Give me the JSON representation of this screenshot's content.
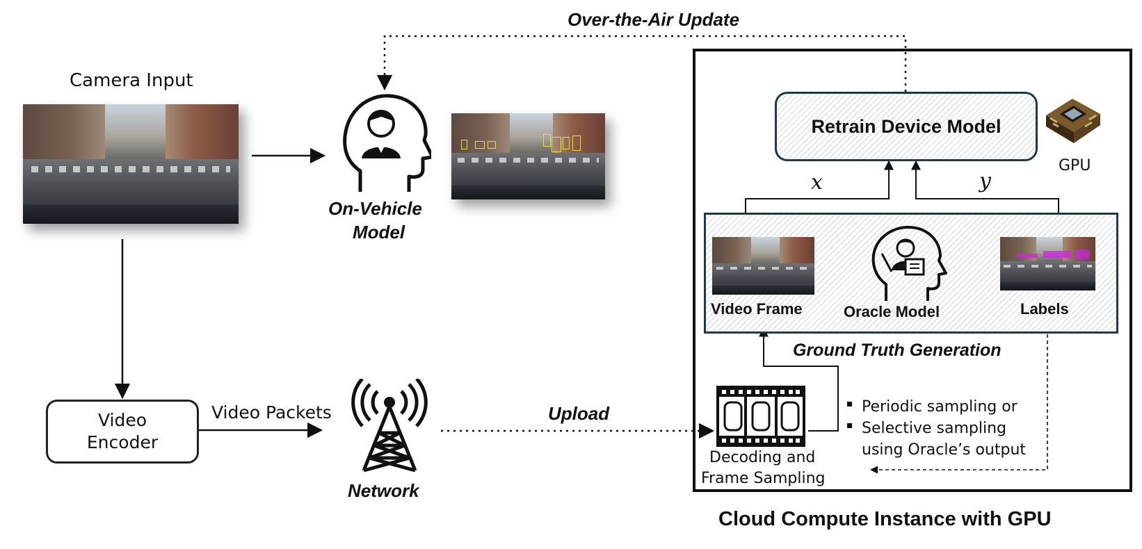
{
  "camera": {
    "label": "Camera Input"
  },
  "on_vehicle": {
    "line1": "On-Vehicle",
    "line2": "Model"
  },
  "encoder": {
    "line1": "Video",
    "line2": "Encoder"
  },
  "packets": {
    "label": "Video Packets"
  },
  "network": {
    "label": "Network"
  },
  "upload": {
    "label": "Upload"
  },
  "ota": {
    "label": "Over-the-Air Update"
  },
  "cloud": {
    "title": "Cloud Compute Instance with GPU",
    "retrain": "Retrain Device Model",
    "gpu": "GPU",
    "x_label": "x",
    "y_label": "y",
    "ground_truth": "Ground Truth Generation",
    "video_frame": "Video Frame",
    "oracle": "Oracle Model",
    "labels": "Labels",
    "decoding_line1": "Decoding and",
    "decoding_line2": "Frame Sampling",
    "bullets": [
      "Periodic sampling or",
      "Selective sampling",
      "using Oracle’s output"
    ]
  },
  "icons": {
    "student_head": "student-head-icon",
    "oracle_head": "oracle-teacher-head-icon",
    "tower": "cell-tower-icon",
    "film": "film-strip-icon",
    "chip": "gpu-chip-icon"
  },
  "colors": {
    "box_border": "#1f3a44",
    "hatch": "#e6e6e6",
    "ink": "#111111"
  }
}
